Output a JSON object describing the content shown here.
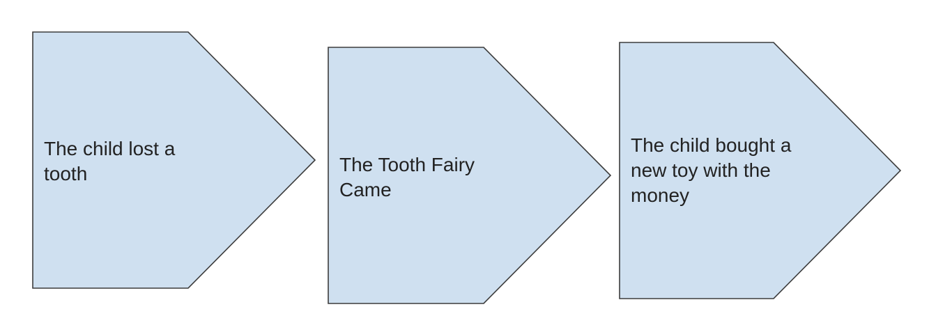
{
  "diagram": {
    "fill_color": "#cfe0f0",
    "stroke_color": "#3c3c3c",
    "steps": [
      {
        "label": "The child lost a\ntooth"
      },
      {
        "label": "The Tooth Fairy\nCame"
      },
      {
        "label": "The child bought a\nnew toy with the\nmoney"
      }
    ]
  }
}
